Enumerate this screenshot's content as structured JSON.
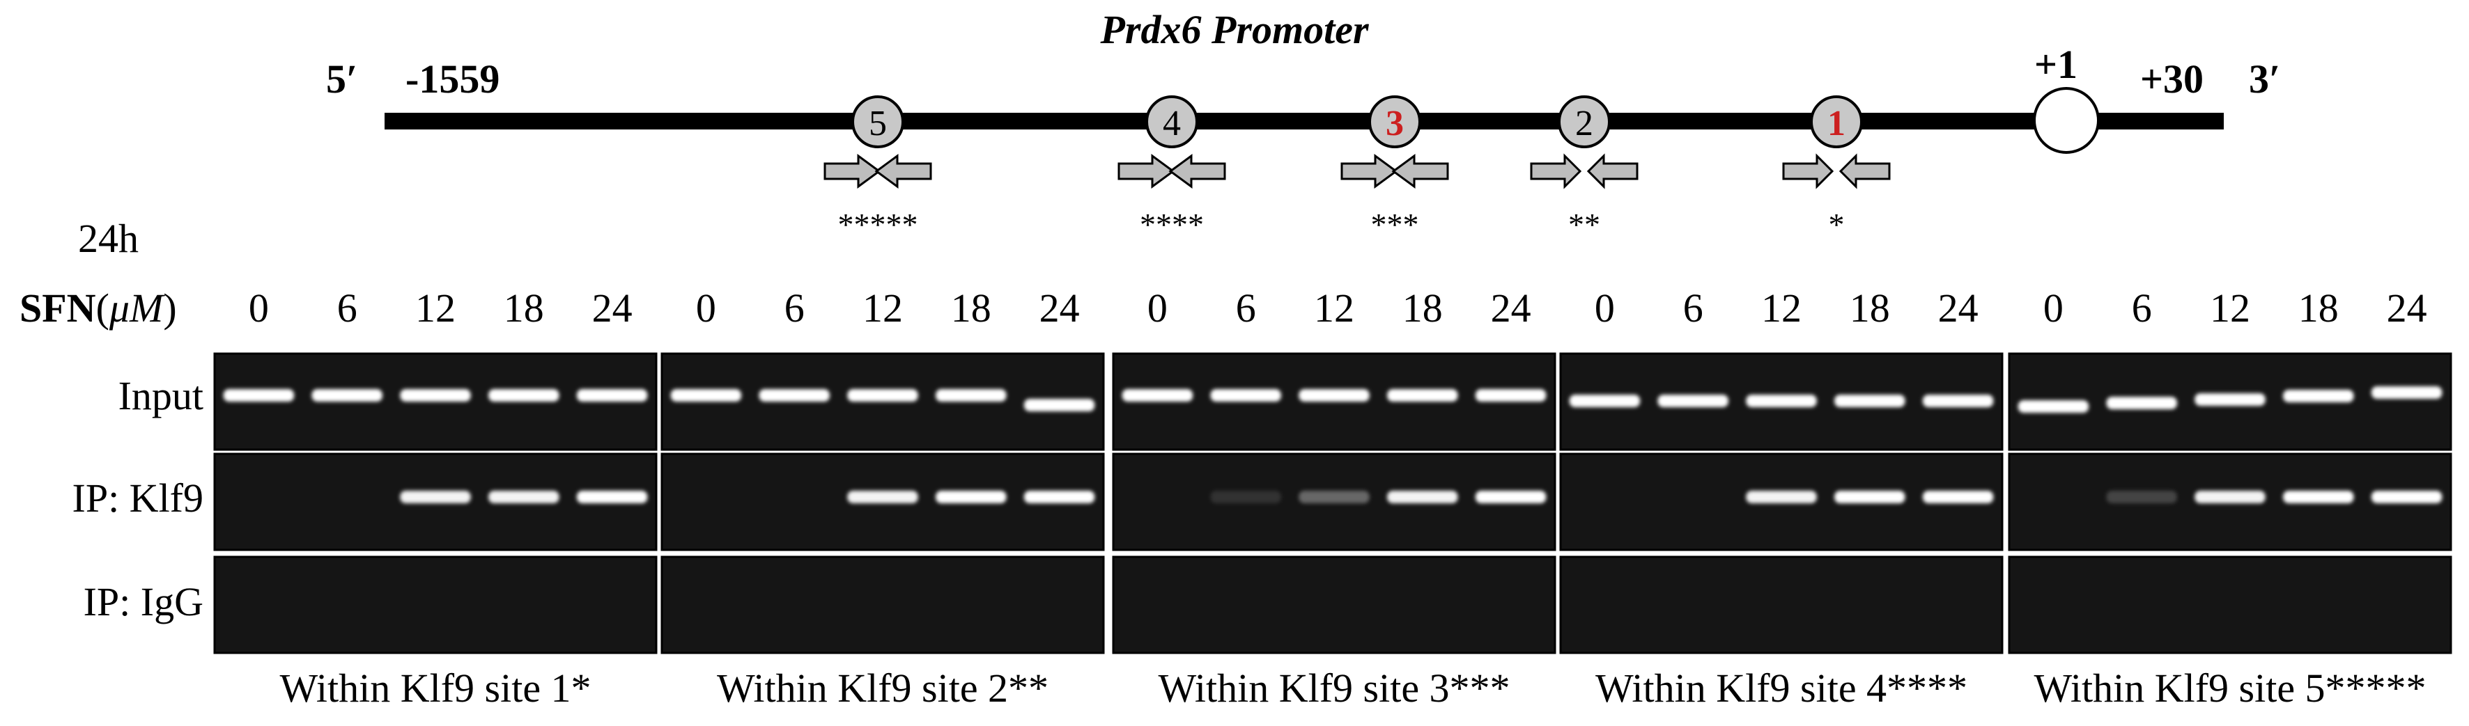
{
  "title": "Prdx6 Promoter",
  "promoter": {
    "five_prime": "5′",
    "three_prime": "3′",
    "start": "-1559",
    "tss": "+1",
    "end": "+30",
    "sites": [
      {
        "num": "5",
        "stars": "*****",
        "highlight": false
      },
      {
        "num": "4",
        "stars": "****",
        "highlight": false
      },
      {
        "num": "3",
        "stars": "***",
        "highlight": true
      },
      {
        "num": "2",
        "stars": "**",
        "highlight": false
      },
      {
        "num": "1",
        "stars": "*",
        "highlight": true
      }
    ]
  },
  "time_label": "24h",
  "sfn_label_bold": "SFN",
  "sfn_label_paren_open": "(",
  "sfn_label_unit": "μM",
  "sfn_label_paren_close": ")",
  "doses": [
    "0",
    "6",
    "12",
    "18",
    "24"
  ],
  "row_labels": [
    "Input",
    "IP: Klf9",
    "IP: IgG"
  ],
  "panels": [
    {
      "caption": "Within Klf9 site 1*",
      "klf9_intensity": [
        0,
        0,
        0.95,
        0.95,
        1.0
      ],
      "igg_intensity": [
        0,
        0,
        0,
        0,
        0
      ]
    },
    {
      "caption": "Within Klf9 site 2**",
      "klf9_intensity": [
        0,
        0,
        0.95,
        1.0,
        1.0
      ],
      "igg_intensity": [
        0,
        0,
        0,
        0,
        0
      ]
    },
    {
      "caption": "Within Klf9 site 3***",
      "klf9_intensity": [
        0,
        0.12,
        0.35,
        0.95,
        1.0
      ],
      "igg_intensity": [
        0,
        0,
        0,
        0,
        0
      ]
    },
    {
      "caption": "Within Klf9 site 4****",
      "klf9_intensity": [
        0,
        0,
        0.95,
        1.0,
        1.0
      ],
      "igg_intensity": [
        0,
        0,
        0,
        0,
        0
      ]
    },
    {
      "caption": "Within Klf9 site 5*****",
      "klf9_intensity": [
        0,
        0.2,
        0.95,
        1.0,
        1.0
      ],
      "igg_intensity": [
        0,
        0,
        0,
        0,
        0
      ]
    }
  ],
  "colors": {
    "highlight": "#cc1f1f",
    "site_fill": "#c8c8c8",
    "gel": "#151515",
    "band": "#ffffff"
  }
}
